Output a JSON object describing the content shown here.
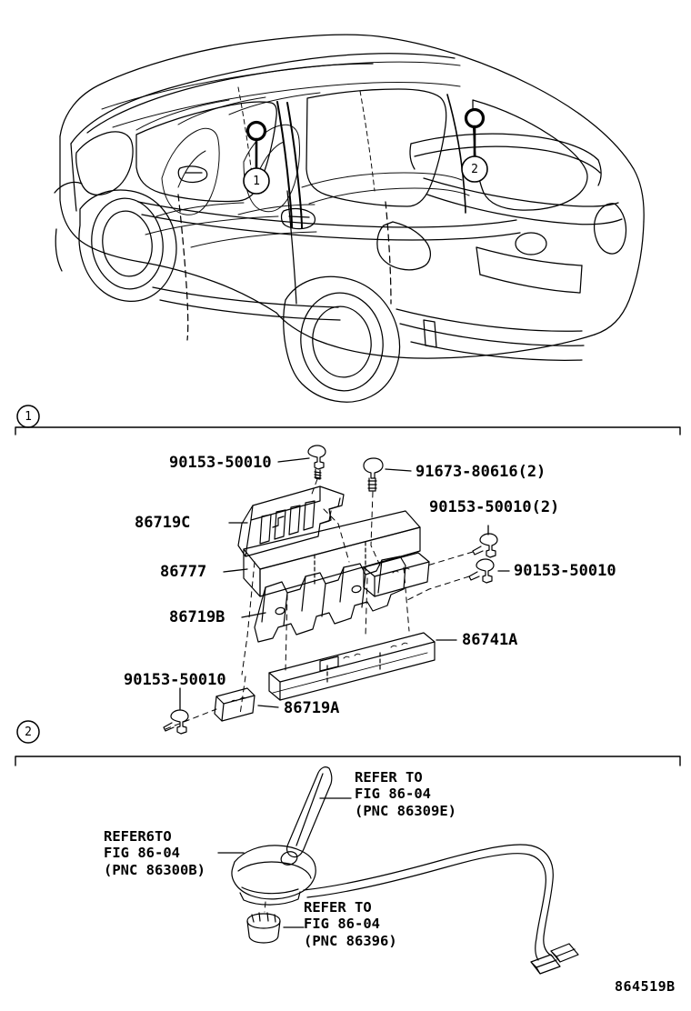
{
  "diagram": {
    "code": "864519B",
    "title": "Toyota Parts Catalog Illustration",
    "vehicle_view": "rear three-quarter hatchback wagon cutaway"
  },
  "callouts": [
    {
      "id": "1",
      "label": "1"
    },
    {
      "id": "2",
      "label": "2"
    }
  ],
  "sections": [
    {
      "number": "1",
      "parts": [
        {
          "id": "p1",
          "text": "90153-50010"
        },
        {
          "id": "p2",
          "text": "91673-80616(2)"
        },
        {
          "id": "p3",
          "text": "90153-50010(2)"
        },
        {
          "id": "p4",
          "text": "90153-50010"
        },
        {
          "id": "p5",
          "text": "86719C"
        },
        {
          "id": "p6",
          "text": "86777"
        },
        {
          "id": "p7",
          "text": "86719B"
        },
        {
          "id": "p8",
          "text": "86741A"
        },
        {
          "id": "p9",
          "text": "90153-50010"
        },
        {
          "id": "p10",
          "text": "86719A"
        }
      ]
    },
    {
      "number": "2",
      "references": [
        {
          "id": "r1",
          "line1": "REFER TO",
          "line2": "FIG 86-04",
          "line3": "(PNC 86309E)"
        },
        {
          "id": "r2",
          "line1": "REFER6TO",
          "line2": "FIG 86-04",
          "line3": "(PNC 86300B)"
        },
        {
          "id": "r3",
          "line1": "REFER TO",
          "line2": "FIG 86-04",
          "line3": "(PNC 86396)"
        }
      ]
    }
  ],
  "colors": {
    "ink": "#000000",
    "paper": "#ffffff"
  }
}
